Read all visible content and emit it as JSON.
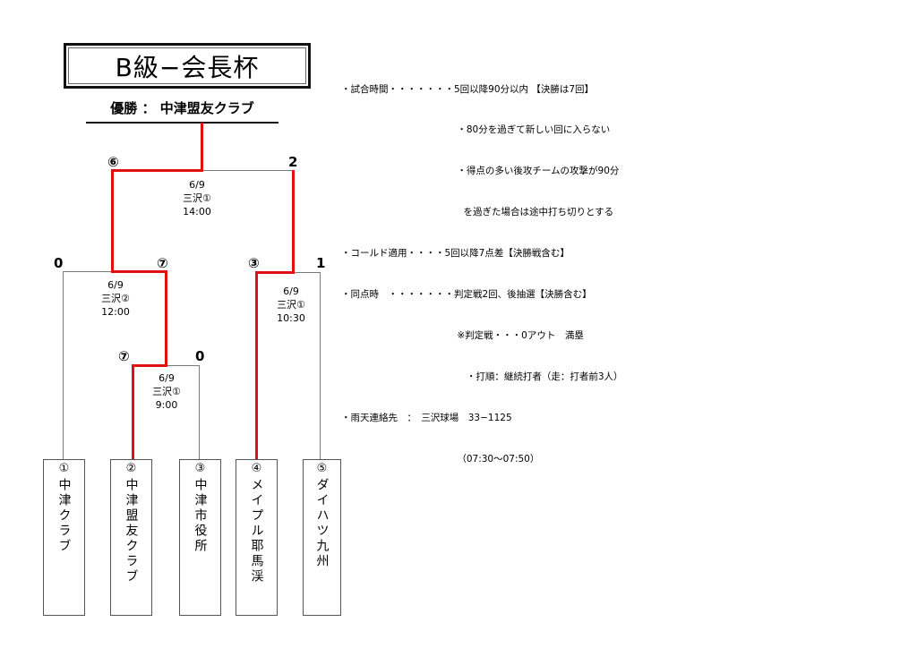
{
  "title": "B級−会長杯",
  "winner": {
    "label": "優勝 ： 中津盟友クラブ"
  },
  "colors": {
    "winner_path": "#e01010",
    "bracket_line": "#7a7a7a"
  },
  "rules": [
    "・試合時間・・・・・・・5回以降90分以内 【決勝は7回】",
    "　　　　　　　　　　　　 ・80分を過ぎて新しい回に入らない",
    "　　　　　　　　　　　　 ・得点の多い後攻チームの攻撃が90分",
    "　　　　　　　　　　　　　を過ぎた場合は途中打ち切りとする",
    "・コールド適用・・・・5回以降7点差【決勝戦含む】",
    "・同点時　・・・・・・・判定戦2回、後抽選【決勝含む】",
    "　　　　　　　　　　　　 ※判定戦・・・0アウト　満塁",
    "　　　　　　　　　　　　　 ・打順：継続打者（走：打者前3人）",
    "・雨天連絡先　：　三沢球場　33−1125",
    "　　　　　　　　　　　　 （07:30〜07:50）"
  ],
  "matches": {
    "final": {
      "date": "6/9",
      "venue": "三沢①",
      "time": "14:00",
      "score_left": "⑥",
      "score_right": "2"
    },
    "semi_left": {
      "date": "6/9",
      "venue": "三沢②",
      "time": "12:00",
      "score_left": "0",
      "score_right": "⑦"
    },
    "semi_right": {
      "date": "6/9",
      "venue": "三沢①",
      "time": "10:30",
      "score_left": "③",
      "score_right": "1"
    },
    "first_round": {
      "date": "6/9",
      "venue": "三沢①",
      "time": "9:00",
      "score_left": "⑦",
      "score_right": "0"
    }
  },
  "teams": [
    {
      "num": "①",
      "name": "中津クラブ"
    },
    {
      "num": "②",
      "name": "中津盟友クラブ"
    },
    {
      "num": "③",
      "name": "中津市役所"
    },
    {
      "num": "④",
      "name": "メイプル耶馬渓"
    },
    {
      "num": "⑤",
      "name": "ダイハツ九州"
    }
  ]
}
